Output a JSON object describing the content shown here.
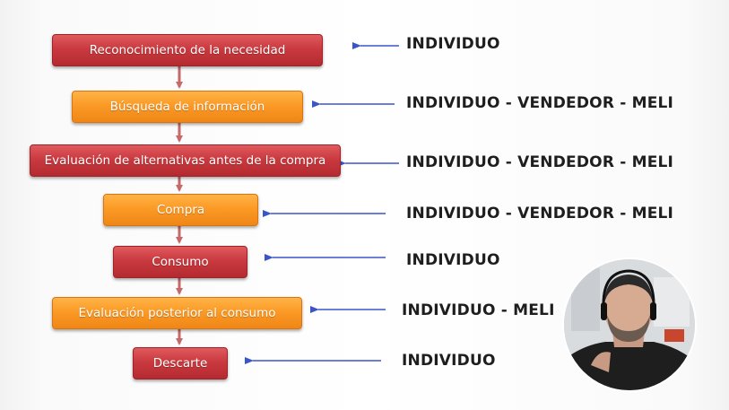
{
  "steps": [
    {
      "label": "Reconocimiento de la necesidad",
      "color": "red",
      "role": "INDIVIDUO"
    },
    {
      "label": "Búsqueda de información",
      "color": "orange",
      "role": "INDIVIDUO - VENDEDOR - MELI"
    },
    {
      "label": "Evaluación de alternativas antes de la compra",
      "color": "red",
      "role": "INDIVIDUO - VENDEDOR - MELI"
    },
    {
      "label": "Compra",
      "color": "orange",
      "role": "INDIVIDUO - VENDEDOR - MELI"
    },
    {
      "label": "Consumo",
      "color": "red",
      "role": "INDIVIDUO"
    },
    {
      "label": "Evaluación posterior al consumo",
      "color": "orange",
      "role": "INDIVIDUO - MELI"
    },
    {
      "label": "Descarte",
      "color": "red",
      "role": "INDIVIDUO"
    }
  ],
  "colors": {
    "red_box": "#c93a3f",
    "orange_box": "#fb9a26",
    "flow_arrow": "#c46a6a",
    "role_arrow": "#3a55c8"
  },
  "webcam": {
    "icon": "presenter-video-icon"
  }
}
